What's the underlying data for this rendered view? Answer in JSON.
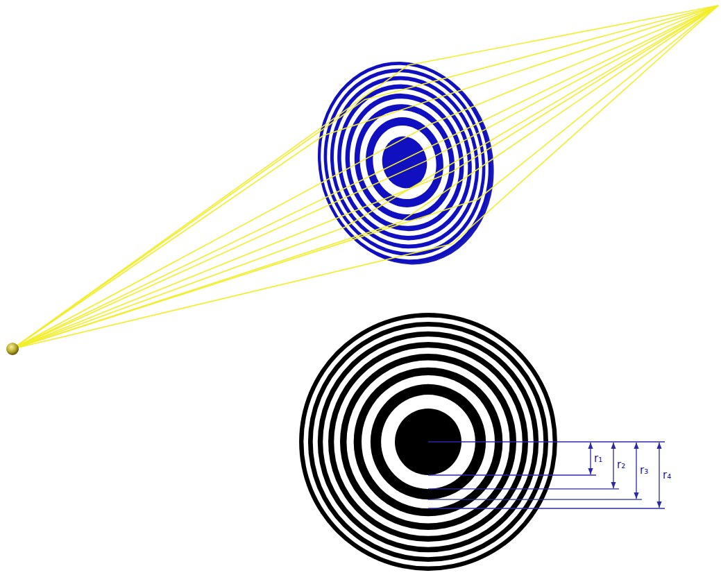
{
  "diagram": {
    "labels": [
      "r₁",
      "r₂",
      "r₃",
      "r₄"
    ]
  }
}
